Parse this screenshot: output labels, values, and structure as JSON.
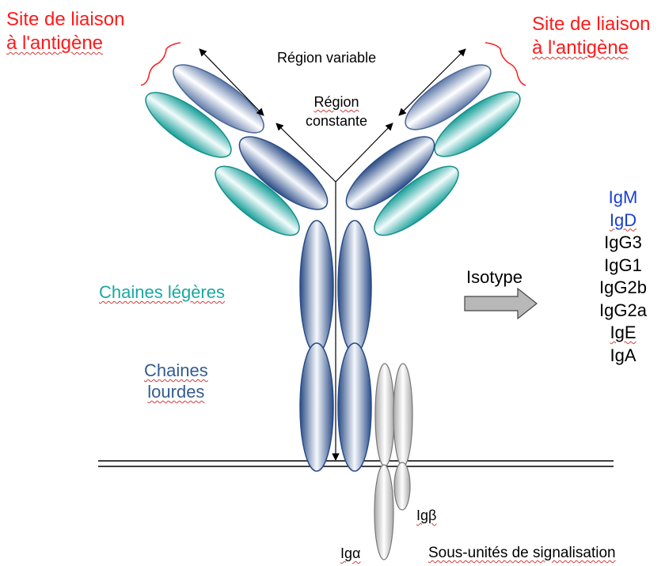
{
  "labels": {
    "site_left": [
      "Site de liaison",
      "à l'antigène"
    ],
    "site_right": [
      "Site de liaison",
      "à l'antigène"
    ],
    "variable_region": "Région variable",
    "constant_region": [
      "Région",
      "constante"
    ],
    "light_chains": "Chaines légères",
    "heavy_chains": [
      "Chaines",
      "lourdes"
    ],
    "isotype": "Isotype",
    "ig_alpha": "Igα",
    "ig_beta": "Igβ",
    "signaling_subunits": "Sous-unités de signalisation"
  },
  "isotypes": [
    "IgM",
    "IgD",
    "IgG3",
    "IgG1",
    "IgG2b",
    "IgG2a",
    "IgE",
    "IgA"
  ],
  "colors": {
    "site_label": "#ff1a1a",
    "light_chain": "#1aa7a0",
    "heavy_chain": "#2c4f86",
    "isotype_highlight": "#1a3fd6",
    "isotype_default": "#000000",
    "signaling": "#c8c8c8"
  }
}
